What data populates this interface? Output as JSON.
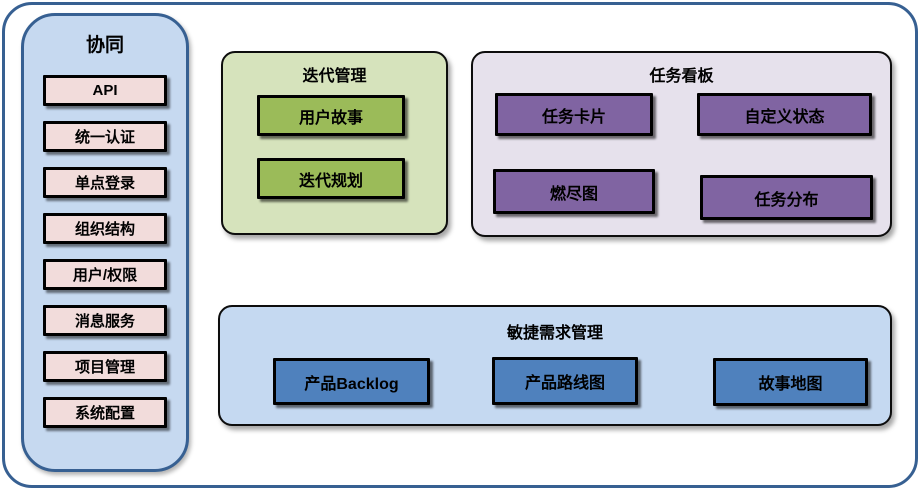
{
  "colors": {
    "frame_border": "#376092",
    "sidebar_fill": "#c6d9f0",
    "sidebar_item_fill": "#f2dcdb",
    "iteration_group_fill": "#d6e3bc",
    "iteration_item_fill": "#9bbb59",
    "kanban_group_fill": "#e6e1ec",
    "kanban_item_fill": "#8064a2",
    "requirements_group_fill": "#c5d9f1",
    "requirements_item_fill": "#4f81bd",
    "item_border": "#000000"
  },
  "sidebar": {
    "title": "协同",
    "items": [
      "API",
      "统一认证",
      "单点登录",
      "组织结构",
      "用户/权限",
      "消息服务",
      "项目管理",
      "系统配置"
    ]
  },
  "sections": {
    "iteration": {
      "title": "迭代管理",
      "items": [
        "用户故事",
        "迭代规划"
      ]
    },
    "kanban": {
      "title": "任务看板",
      "items": [
        "任务卡片",
        "自定义状态",
        "燃尽图",
        "任务分布"
      ]
    },
    "requirements": {
      "title": "敏捷需求管理",
      "items": [
        "产品Backlog",
        "产品路线图",
        "故事地图"
      ]
    }
  }
}
